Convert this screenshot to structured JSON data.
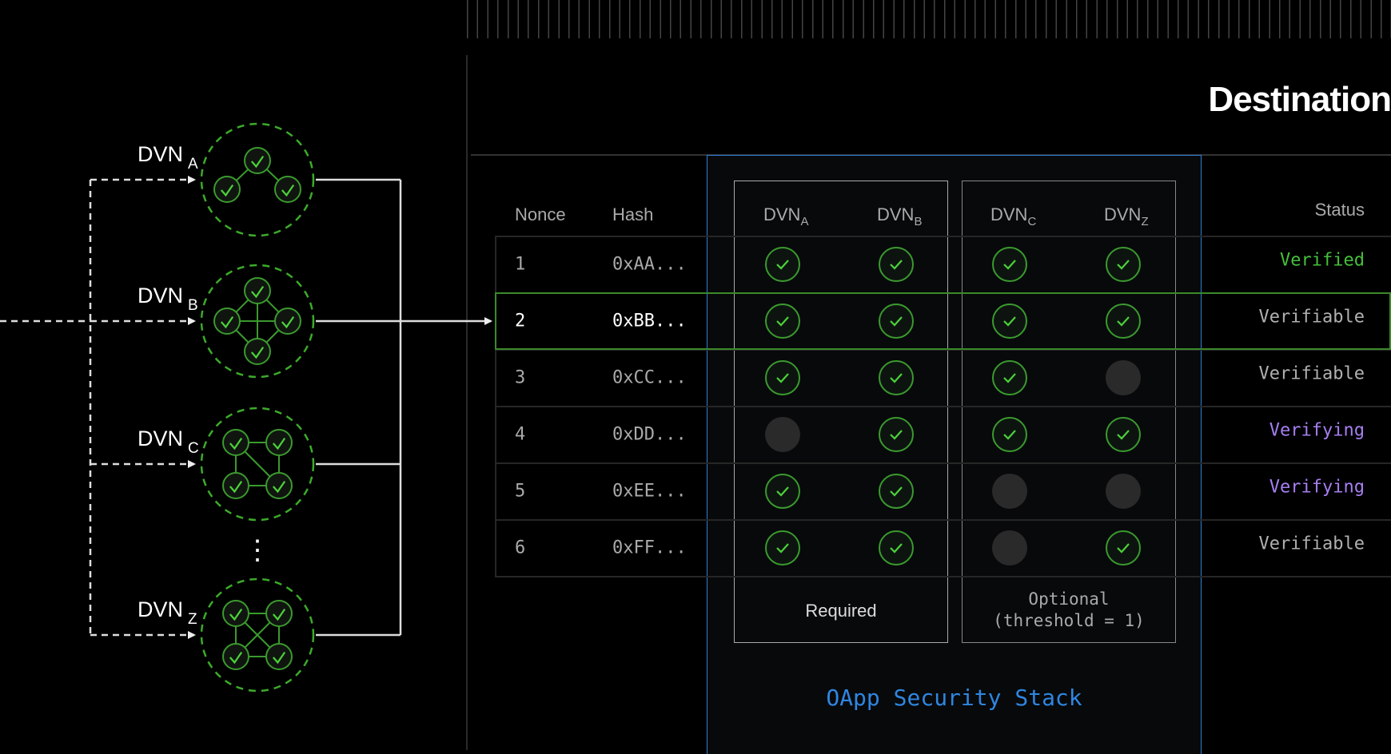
{
  "title": "Destination",
  "source_dvns": [
    {
      "name": "DVN",
      "sub": "A",
      "topology": "triangle"
    },
    {
      "name": "DVN",
      "sub": "B",
      "topology": "cross"
    },
    {
      "name": "DVN",
      "sub": "C",
      "topology": "square-diagonal"
    },
    {
      "name": "DVN",
      "sub": "Z",
      "topology": "square-x"
    }
  ],
  "ellipsis": "⋮",
  "table": {
    "headers": {
      "nonce": "Nonce",
      "hash": "Hash",
      "status": "Status"
    },
    "dvn_columns": [
      {
        "name": "DVN",
        "sub": "A"
      },
      {
        "name": "DVN",
        "sub": "B"
      },
      {
        "name": "DVN",
        "sub": "C"
      },
      {
        "name": "DVN",
        "sub": "Z"
      }
    ],
    "rows": [
      {
        "nonce": "1",
        "hash": "0xAA...",
        "checks": [
          true,
          true,
          true,
          true
        ],
        "status": "Verified",
        "status_type": "verified"
      },
      {
        "nonce": "2",
        "hash": "0xBB...",
        "checks": [
          true,
          true,
          true,
          true
        ],
        "status": "Verifiable",
        "status_type": "verifiable",
        "highlighted": true
      },
      {
        "nonce": "3",
        "hash": "0xCC...",
        "checks": [
          true,
          true,
          true,
          false
        ],
        "status": "Verifiable",
        "status_type": "verifiable"
      },
      {
        "nonce": "4",
        "hash": "0xDD...",
        "checks": [
          false,
          true,
          true,
          true
        ],
        "status": "Verifying",
        "status_type": "verifying"
      },
      {
        "nonce": "5",
        "hash": "0xEE...",
        "checks": [
          true,
          true,
          false,
          false
        ],
        "status": "Verifying",
        "status_type": "verifying"
      },
      {
        "nonce": "6",
        "hash": "0xFF...",
        "checks": [
          true,
          true,
          false,
          true
        ],
        "status": "Verifiable",
        "status_type": "verifiable"
      }
    ]
  },
  "groups": {
    "required": "Required",
    "optional_line1": "Optional",
    "optional_line2": "(threshold = 1)"
  },
  "stack_label": "OApp Security Stack",
  "colors": {
    "verified": "#44c03a",
    "verifying": "#a67ff2",
    "verifiable": "#b0b0b0",
    "check": "#3b9a2e",
    "stack": "#2f86e0"
  }
}
